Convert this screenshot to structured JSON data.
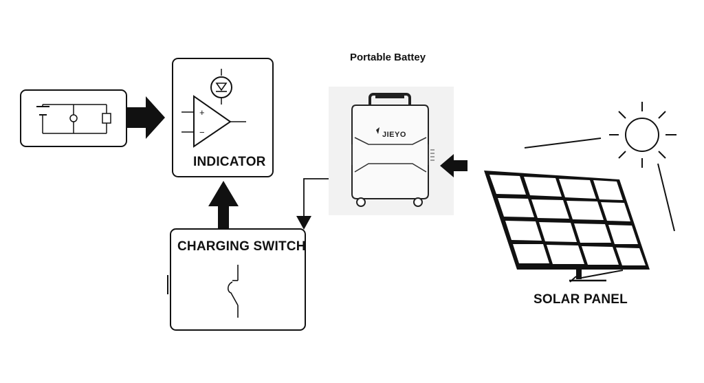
{
  "diagram": {
    "battery_title": "Portable Battey",
    "brand_text": "JIEYO",
    "indicator_label": "INDICATOR",
    "switch_label": "CHARGING SWITCH",
    "solar_label": "SOLAR PANEL",
    "opamp_plus": "+",
    "opamp_minus": "−",
    "colors": {
      "stroke": "#111111",
      "fill": "#ffffff",
      "battery_bg": "#f2f2f2"
    }
  }
}
